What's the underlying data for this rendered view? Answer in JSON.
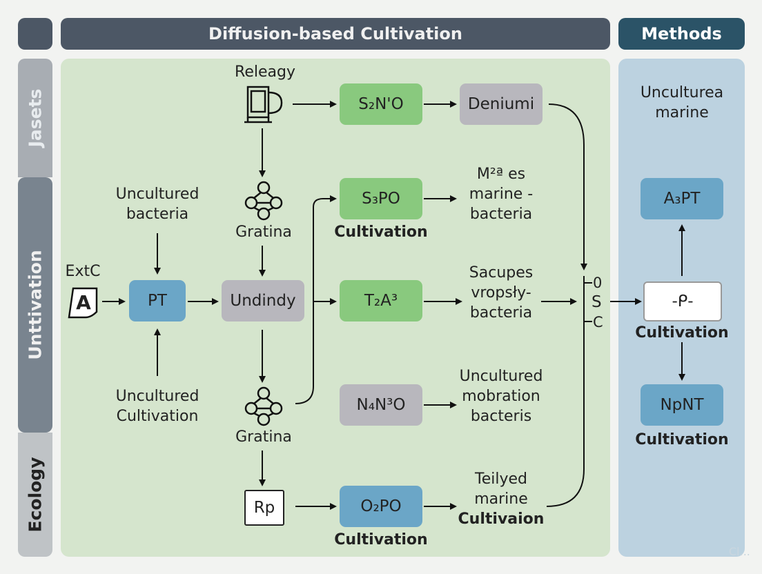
{
  "header": {
    "main_title": "Diffusion-based Cultivation",
    "side_title": "Methods"
  },
  "sidebar": {
    "top": "Jasets",
    "middle": "Unttivation",
    "bottom": "Ecology"
  },
  "labels": {
    "releagy": "Releagy",
    "gratina_1": "Gratina",
    "gratina_2": "Gratina",
    "uncultured_bacteria": [
      "Uncultured",
      "bacteria"
    ],
    "uncultured_cultivation": [
      "Uncultured",
      "Cultivation"
    ],
    "extc": "ExtC",
    "a_icon": "A",
    "s3po_caption": "Cultivation",
    "o2po_caption": "Cultivation",
    "out_mpes": [
      "M²ª es",
      "marine -",
      "bacteria"
    ],
    "out_sacupes": [
      "Sacupes",
      "vropsły-",
      "bacteria"
    ],
    "out_uncultured": [
      "Uncultured",
      "mobration",
      "bacteris"
    ],
    "out_teilyed": [
      "Teilyed",
      "marine",
      "Cultivaion"
    ],
    "bracket": [
      "0",
      "S",
      "C"
    ],
    "side_text": [
      "Unculturea",
      "marine"
    ],
    "a3pt_caption": "",
    "center_caption": "Cultivation",
    "npnt_caption": "Cultivation",
    "watermark": "Cl..."
  },
  "nodes": {
    "s2no": "S₂N'O",
    "deniumi": "Deniumi",
    "s3po": "S₃PO",
    "pt": "PT",
    "undindy": "Undindy",
    "t2a3": "T₂A³",
    "n4n3o": "N₄N³O",
    "rp": "Rp",
    "o2po": "O₂PO",
    "a3pt": "A₃PT",
    "center": "-ᑭ-",
    "npnt": "NpNT"
  },
  "colors": {
    "header_dark": "#4c5765",
    "header_side": "#2b5367",
    "panel_main": "#d5e5cd",
    "panel_side": "#bcd2e0",
    "node_green": "#89c97e",
    "node_gray": "#b8b7bd",
    "node_blue": "#6ba6c7"
  }
}
